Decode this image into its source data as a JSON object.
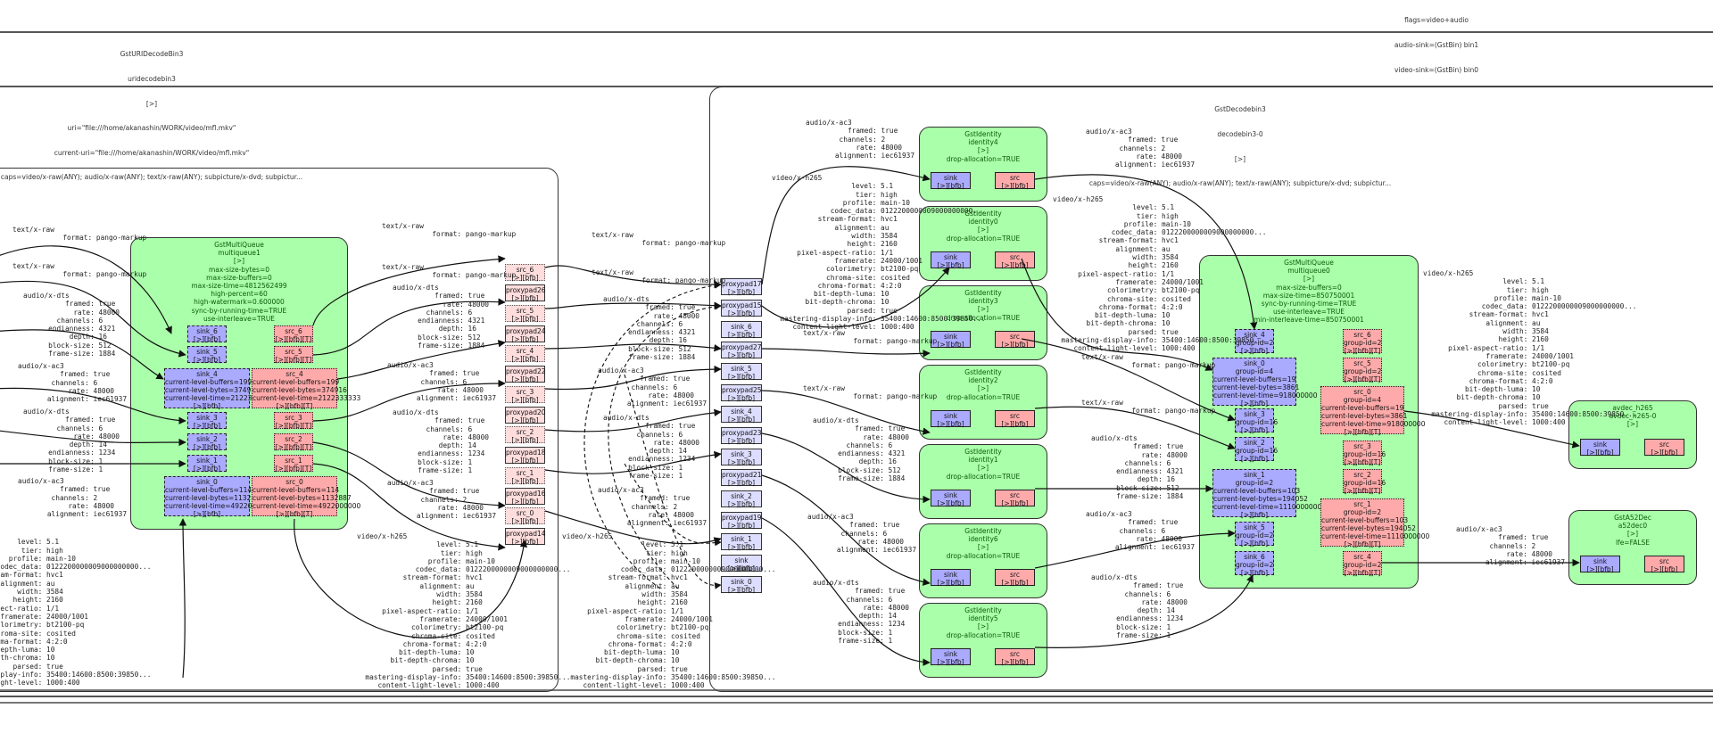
{
  "top_bin": {
    "lines": [
      "flags=video+audio",
      "audio-sink=(GstBin) bin1",
      "video-sink=(GstBin) bin0"
    ]
  },
  "uridecodebin": {
    "lines": [
      "GstURIDecodeBin3",
      "uridecodebin3",
      "[>]",
      "uri=\"file:///home/akanashin/WORK/video/mfl.mkv\"",
      "current-uri=\"file:///home/akanashin/WORK/video/mfl.mkv\"",
      "caps=video/x-raw(ANY); audio/x-raw(ANY); text/x-raw(ANY); subpicture/x-dvd; subpictur..."
    ]
  },
  "decodebin": {
    "lines": [
      "GstDecodebin3",
      "decodebin3-0",
      "[>]",
      "caps=video/x-raw(ANY); audio/x-raw(ANY); text/x-raw(ANY); subpicture/x-dvd; subpictur..."
    ]
  },
  "multiqueue1": {
    "lines": [
      "GstMultiQueue",
      "multiqueue1",
      "[>]",
      "max-size-bytes=0",
      "max-size-buffers=0",
      "max-size-time=4812562499",
      "high-percent=60",
      "high-watermark=0.600000",
      "sync-by-running-time=TRUE",
      "use-interleave=TRUE"
    ],
    "sinks": [
      {
        "name": "sink_6",
        "text": "sink_6\n[>][bfb]"
      },
      {
        "name": "sink_5",
        "text": "sink_5\n[>][bfb]"
      },
      {
        "name": "sink_4",
        "text": "sink_4\ncurrent-level-buffers=199\ncurrent-level-bytes=374916\ncurrent-level-time=2122333333\n[>][bfb]"
      },
      {
        "name": "sink_3",
        "text": "sink_3\n[>][bfb]"
      },
      {
        "name": "sink_2",
        "text": "sink_2\n[>][bfb]"
      },
      {
        "name": "sink_1",
        "text": "sink_1\n[>][bfb]"
      },
      {
        "name": "sink_0",
        "text": "sink_0\ncurrent-level-buffers=114\ncurrent-level-bytes=1132887\ncurrent-level-time=4922000000\n[>][bfb]"
      }
    ],
    "srcs": [
      {
        "name": "src_6",
        "text": "src_6\n[>][bfb][T]"
      },
      {
        "name": "src_5",
        "text": "src_5\n[>][bfb][T]"
      },
      {
        "name": "src_4",
        "text": "src_4\ncurrent-level-buffers=199\ncurrent-level-bytes=374916\ncurrent-level-time=2122333333\n[>][bfb][T]"
      },
      {
        "name": "src_3",
        "text": "src_3\n[>][bfb][T]"
      },
      {
        "name": "src_2",
        "text": "src_2\n[>][bfb][T]"
      },
      {
        "name": "src_1",
        "text": "src_1\n[>][bfb][T]"
      },
      {
        "name": "src_0",
        "text": "src_0\ncurrent-level-buffers=114\ncurrent-level-bytes=1132887\ncurrent-level-time=4922000000\n[>][bfb][T]"
      }
    ]
  },
  "uri_ghost_pads": [
    {
      "src": "src_6\n[>][bfb]",
      "proxy": "proxypad26\n[>][bfb]"
    },
    {
      "src": "src_5\n[>][bfb]",
      "proxy": "proxypad24\n[>][bfb]"
    },
    {
      "src": "src_4\n[>][bfb]",
      "proxy": "proxypad22\n[>][bfb]"
    },
    {
      "src": "src_3\n[>][bfb]",
      "proxy": "proxypad20\n[>][bfb]"
    },
    {
      "src": "src_2\n[>][bfb]",
      "proxy": "proxypad18\n[>][bfb]"
    },
    {
      "src": "src_1\n[>][bfb]",
      "proxy": "proxypad16\n[>][bfb]"
    },
    {
      "src": "src_0\n[>][bfb]",
      "proxy": "proxypad14\n[>][bfb]"
    }
  ],
  "decodebin_ghost_pads": [
    "proxypad17\n[>][bfb]",
    "proxypad15\n[>][bfb]",
    "sink_6\n[>][bfb]",
    "proxypad27\n[>][bfb]",
    "sink_5\n[>][bfb]",
    "proxypad25\n[>][bfb]",
    "sink_4\n[>][bfb]",
    "proxypad23\n[>][bfb]",
    "sink_3\n[>][bfb]",
    "proxypad21\n[>][bfb]",
    "sink_2\n[>][bfb]",
    "proxypad19\n[>][bfb]",
    "sink_1\n[>][bfb]",
    "sink\n[>][bfb]",
    "sink_0\n[>][bfb]"
  ],
  "identities": [
    {
      "id": "identity4",
      "lines": "GstIdentity\nidentity4\n[>]\ndrop-allocation=TRUE"
    },
    {
      "id": "identity0",
      "lines": "GstIdentity\nidentity0\n[>]\ndrop-allocation=TRUE"
    },
    {
      "id": "identity3",
      "lines": "GstIdentity\nidentity3\n[>]\ndrop-allocation=TRUE"
    },
    {
      "id": "identity2",
      "lines": "GstIdentity\nidentity2\n[>]\ndrop-allocation=TRUE"
    },
    {
      "id": "identity1",
      "lines": "GstIdentity\nidentity1\n[>]\ndrop-allocation=TRUE"
    },
    {
      "id": "identity6",
      "lines": "GstIdentity\nidentity6\n[>]\ndrop-allocation=TRUE"
    },
    {
      "id": "identity5",
      "lines": "GstIdentity\nidentity5\n[>]\ndrop-allocation=TRUE"
    }
  ],
  "identity_pads": {
    "sink": "sink\n[>][bfb]",
    "src": "src\n[>][bfb]"
  },
  "multiqueue0": {
    "lines": [
      "GstMultiQueue",
      "multiqueue0",
      "[>]",
      "max-size-buffers=0",
      "max-size-time=850750001",
      "sync-by-running-time=TRUE",
      "use-interleave=TRUE",
      "min-interleave-time=850750001"
    ],
    "sinks": [
      {
        "name": "sink_4",
        "text": "sink_4\ngroup-id=2\n[>][bfb]"
      },
      {
        "name": "sink_0",
        "text": "sink_0\ngroup-id=4\ncurrent-level-buffers=19\ncurrent-level-bytes=3861\ncurrent-level-time=918000000\n[>][bfb]"
      },
      {
        "name": "sink_3",
        "text": "sink_3\ngroup-id=16\n[>][bfb]"
      },
      {
        "name": "sink_2",
        "text": "sink_2\ngroup-id=16\n[>][bfb]"
      },
      {
        "name": "sink_1",
        "text": "sink_1\ngroup-id=2\ncurrent-level-buffers=103\ncurrent-level-bytes=194052\ncurrent-level-time=1110000000\n[>][bfb]"
      },
      {
        "name": "sink_5",
        "text": "sink_5\ngroup-id=2\n[>][bfb]"
      },
      {
        "name": "sink_6",
        "text": "sink_6\ngroup-id=2\n[>][bfb]"
      }
    ],
    "srcs": [
      {
        "name": "src_6",
        "text": "src_6\ngroup-id=2\n[>][bfb][T]"
      },
      {
        "name": "src_5",
        "text": "src_5\ngroup-id=2\n[>][bfb][T]"
      },
      {
        "name": "src_0",
        "text": "src_0\ngroup-id=4\ncurrent-level-buffers=19\ncurrent-level-bytes=3861\ncurrent-level-time=918000000\n[>][bfb][T]"
      },
      {
        "name": "src_3",
        "text": "src_3\ngroup-id=16\n[>][bfb][T]"
      },
      {
        "name": "src_2",
        "text": "src_2\ngroup-id=16\n[>][bfb][T]"
      },
      {
        "name": "src_1",
        "text": "src_1\ngroup-id=2\ncurrent-level-buffers=103\ncurrent-level-bytes=194052\ncurrent-level-time=1110000000\n[>][bfb][T]"
      },
      {
        "name": "src_4",
        "text": "src_4\ngroup-id=2\n[>][bfb][T]"
      }
    ]
  },
  "avdec": {
    "lines": "avdec_h265\navdec_h265-0\n[>]"
  },
  "a52dec": {
    "lines": "GstA52Dec\na52dec0\n[>]\nlfe=FALSE"
  },
  "caps_templates": {
    "text_raw": "text/x-raw\n            format: pango-markup",
    "dts_a": "audio/x-dts\n          framed: true\n            rate: 48000\n        channels: 6\n      endianness: 4321\n           depth: 16\n      block-size: 512\n      frame-size: 1884",
    "dts_b": "audio/x-dts\n          framed: true\n        channels: 6\n            rate: 48000\n           depth: 14\n      endianness: 1234\n      block-size: 1\n      frame-size: 1",
    "ac3_6": "audio/x-ac3\n          framed: true\n        channels: 6\n            rate: 48000\n       alignment: iec61937",
    "ac3_2": "audio/x-ac3\n          framed: true\n        channels: 2\n            rate: 48000\n       alignment: iec61937",
    "h265": "video/x-h265\n                   level: 5.1\n                    tier: high\n                 profile: main-10\n              codec_data: 0122200000009000000000...\n           stream-format: hvc1\n               alignment: au\n                   width: 3584\n                  height: 2160\n      pixel-aspect-ratio: 1/1\n               framerate: 24000/1001\n             colorimetry: bt2100-pq\n             chroma-site: cosited\n           chroma-format: 4:2:0\n          bit-depth-luma: 10\n        bit-depth-chroma: 10\n                  parsed: true\n  mastering-display-info: 35400:14600:8500:39850...\n     content-light-level: 1000:400"
  },
  "colors": {
    "element_bg": "#aaffaa",
    "sink_pad": "#aaaaff",
    "src_pad": "#ffaaaa",
    "ghost_src": "#ffdddd",
    "ghost_sink": "#ddddff"
  }
}
